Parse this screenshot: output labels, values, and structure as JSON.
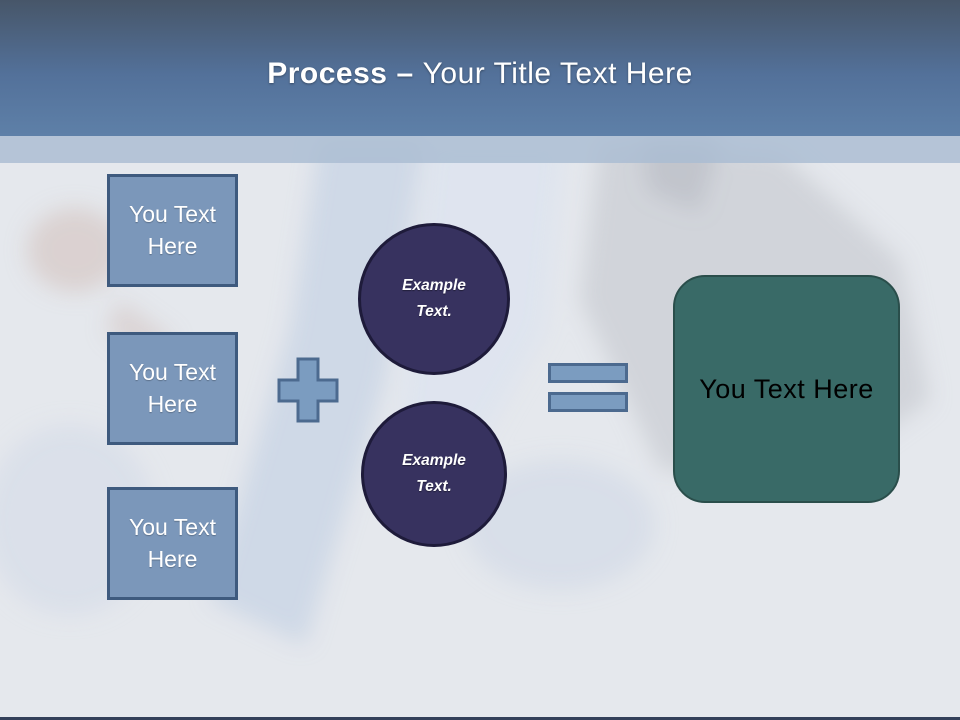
{
  "slide": {
    "header": {
      "title_bold": "Process",
      "title_separator": "–",
      "title_rest": "Your Title Text Here"
    },
    "process": {
      "input_boxes": [
        {
          "label": "You Text Here"
        },
        {
          "label": "You Text Here"
        },
        {
          "label": "You Text Here"
        }
      ],
      "example_circles": [
        {
          "label": "Example Text."
        },
        {
          "label": "Example Text."
        }
      ],
      "operators": {
        "plus": "plus-sign",
        "equals": "equals-sign"
      },
      "result_box": {
        "label": "You Text Here"
      }
    },
    "colors": {
      "header_gradient_top": "#475669",
      "header_gradient_bottom": "#5e80a8",
      "under_header_band": "#aabcd2",
      "background": "#e5e8ed",
      "input_box_fill": "#7b97ba",
      "input_box_border": "#3e5a7e",
      "circle_fill": "#37325f",
      "circle_border": "#1e1b3a",
      "operator_fill": "#7b9cc0",
      "operator_border": "#4c6a8f",
      "result_fill": "#396a67",
      "result_border": "#2a4e4b",
      "title_text": "#ffffff",
      "input_box_text": "#ffffff",
      "circle_text": "#ffffff",
      "result_text": "#000000"
    }
  }
}
